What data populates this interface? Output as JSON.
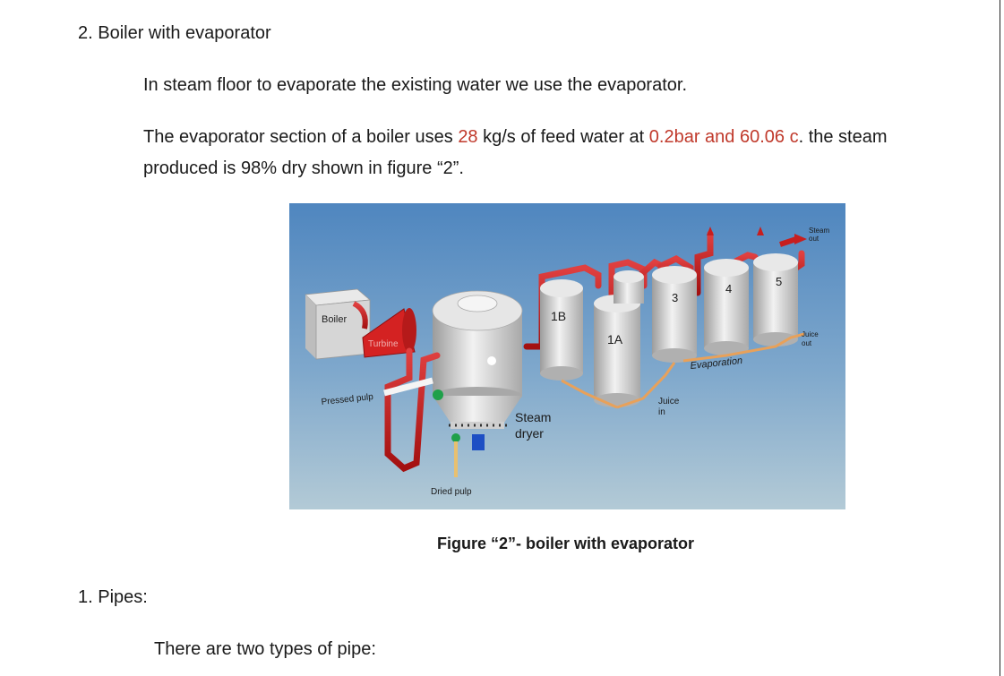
{
  "heading1": "2. Boiler with  evaporator",
  "para1": "In steam floor to evaporate the existing water we use the evaporator.",
  "para2": {
    "p1": "The evaporator section of a boiler uses ",
    "red1": "28",
    "p2": " kg/s of feed water at ",
    "red2": "0.2bar and 60.06 c",
    "p3": ". the steam",
    "line2": "produced is 98% dry shown in figure “2”."
  },
  "figure": {
    "labels": {
      "boiler": "Boiler",
      "turbine": "Turbine",
      "pressed_pulp": "Pressed pulp",
      "steam_dryer_1": "Steam",
      "steam_dryer_2": "dryer",
      "dried_pulp": "Dried pulp",
      "tank_1b": "1B",
      "tank_1a": "1A",
      "tank_3": "3",
      "tank_4": "4",
      "tank_5": "5",
      "evaporation": "Evaporation",
      "juice_in_1": "Juice",
      "juice_in_2": "in",
      "juice_out_1": "Juice",
      "juice_out_2": "out",
      "steam_out_1": "Steam",
      "steam_out_2": "out"
    },
    "colors": {
      "pipe": "#c81e1e",
      "tank": "#c8c8c8",
      "sky_top": "#4f86bf",
      "sky_bottom": "#a9c4d6",
      "juice_pipe": "#e8a15a"
    }
  },
  "caption": "Figure “2”- boiler with evaporator",
  "heading2": "1. Pipes:",
  "para3": "There are two types of pipe:"
}
